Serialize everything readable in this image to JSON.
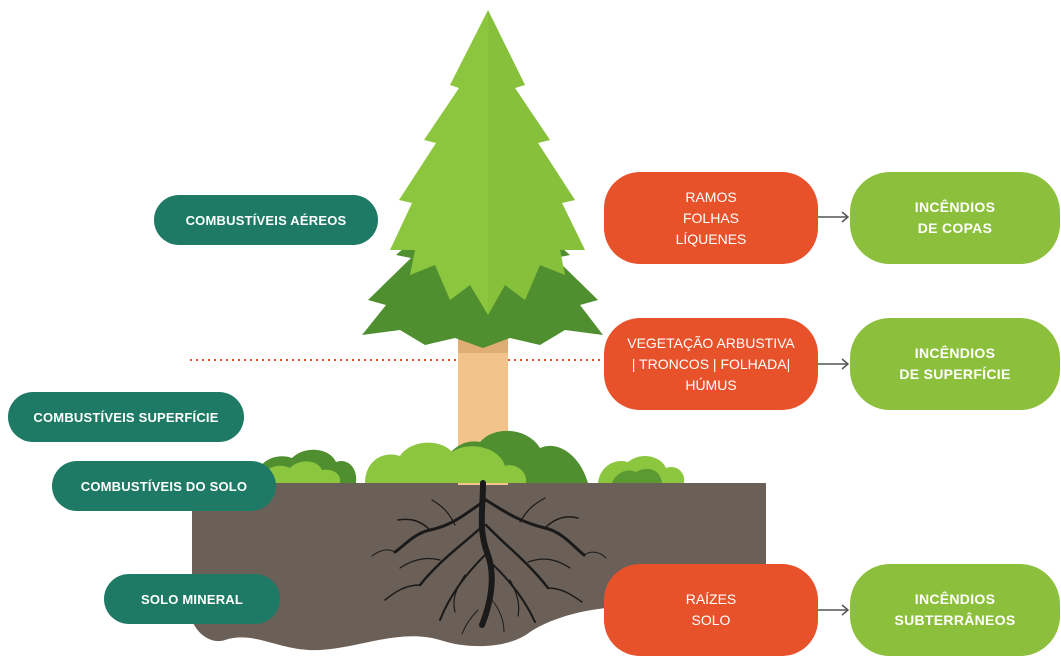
{
  "fuel_layers": {
    "aerial": "COMBUSTÍVEIS AÉREOS",
    "surface": "COMBUSTÍVEIS SUPERFÍCIE",
    "soil": "COMBUSTÍVEIS DO SOLO",
    "mineral": "SOLO MINERAL"
  },
  "materials": {
    "crown": [
      "RAMOS",
      "FOLHAS",
      "LÍQUENES"
    ],
    "surface": [
      "VEGETAÇÃO ARBUSTIVA",
      "| TRONCOS | FOLHADA|",
      "HÚMUS"
    ],
    "ground": [
      "RAÍZES",
      "SOLO"
    ]
  },
  "fire_types": {
    "crown": [
      "INCÊNDIOS",
      "DE COPAS"
    ],
    "surface": [
      "INCÊNDIOS",
      "DE SUPERFÍCIE"
    ],
    "ground": [
      "INCÊNDIOS",
      "SUBTERRÂNEOS"
    ]
  },
  "colors": {
    "teal": "#1e7a65",
    "orange": "#e8522a",
    "green": "#8cc03c",
    "tree_light": "#8cc63f",
    "tree_dark": "#4f8f2f",
    "trunk": "#f2c38a",
    "soil": "#6b6058",
    "roots": "#1a1a1a"
  }
}
